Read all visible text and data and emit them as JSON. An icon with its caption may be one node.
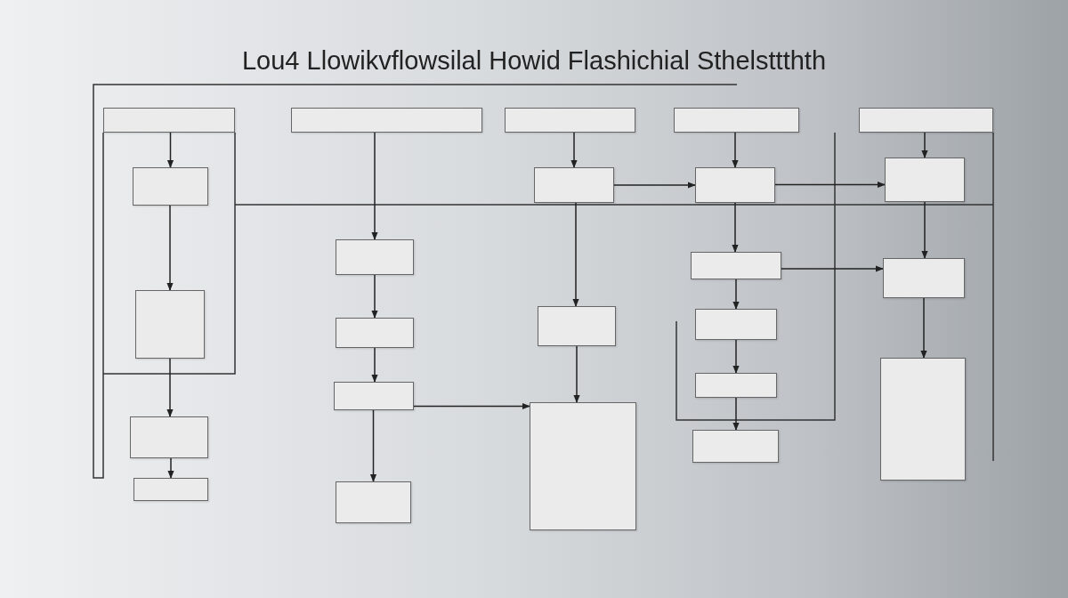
{
  "diagram": {
    "title": "Lou4 Llowikvflowsilal Howid Flashichial Sthelsttthth",
    "nodes": [
      {
        "text": [],
        "shape": "box"
      },
      {
        "text": [],
        "shape": "box"
      },
      {
        "text": [],
        "shape": "box"
      },
      {
        "text": [],
        "shape": "box"
      },
      {
        "text": [],
        "shape": "box"
      },
      {
        "text": [],
        "shape": "box"
      },
      {
        "text": [],
        "shape": "box"
      },
      {
        "text": [],
        "shape": "box"
      },
      {
        "text": [],
        "shape": "box"
      },
      {
        "text": [],
        "shape": "box"
      },
      {
        "text": [],
        "shape": "box"
      },
      {
        "text": [],
        "shape": "box"
      },
      {
        "text": [],
        "shape": "box"
      },
      {
        "text": [],
        "shape": "box"
      },
      {
        "text": [],
        "shape": "box"
      },
      {
        "text": [],
        "shape": "box"
      },
      {
        "text": [],
        "shape": "box"
      },
      {
        "text": [],
        "shape": "box"
      },
      {
        "text": [],
        "shape": "box"
      },
      {
        "text": [],
        "shape": "box"
      },
      {
        "text": [],
        "shape": "box"
      },
      {
        "text": [],
        "shape": "box"
      },
      {
        "text": [],
        "shape": "box"
      },
      {
        "text": [],
        "shape": "box"
      }
    ],
    "edges": [
      {
        "from": 0,
        "to": 5,
        "arrow": "to"
      },
      {
        "from": 5,
        "to": 6,
        "arrow": "to"
      },
      {
        "from": 6,
        "to": 7,
        "arrow": "to"
      },
      {
        "from": 7,
        "to": 8,
        "arrow": "to"
      },
      {
        "from": 1,
        "to": 9,
        "arrow": "to"
      },
      {
        "from": 9,
        "to": 10,
        "arrow": "to"
      },
      {
        "from": 10,
        "to": 11,
        "arrow": "to"
      },
      {
        "from": 11,
        "to": 12,
        "arrow": "to"
      },
      {
        "from": 11,
        "to": 15,
        "arrow": "to"
      },
      {
        "from": 2,
        "to": 13,
        "arrow": "to"
      },
      {
        "from": 13,
        "to": 14,
        "arrow": "to"
      },
      {
        "from": 14,
        "to": 15,
        "arrow": "to"
      },
      {
        "from": 3,
        "to": 16,
        "arrow": "to"
      },
      {
        "from": 13,
        "to": 16,
        "arrow": "to"
      },
      {
        "from": 16,
        "to": 17,
        "arrow": "to"
      },
      {
        "from": 17,
        "to": 18,
        "arrow": "to"
      },
      {
        "from": 18,
        "to": 19,
        "arrow": "to"
      },
      {
        "from": 19,
        "to": 20,
        "arrow": "to"
      },
      {
        "from": 4,
        "to": 21,
        "arrow": "to"
      },
      {
        "from": 16,
        "to": 21,
        "arrow": "to"
      },
      {
        "from": 21,
        "to": 22,
        "arrow": "to"
      },
      {
        "from": 17,
        "to": 22,
        "arrow": "to"
      },
      {
        "from": 22,
        "to": 23,
        "arrow": "to"
      }
    ]
  }
}
